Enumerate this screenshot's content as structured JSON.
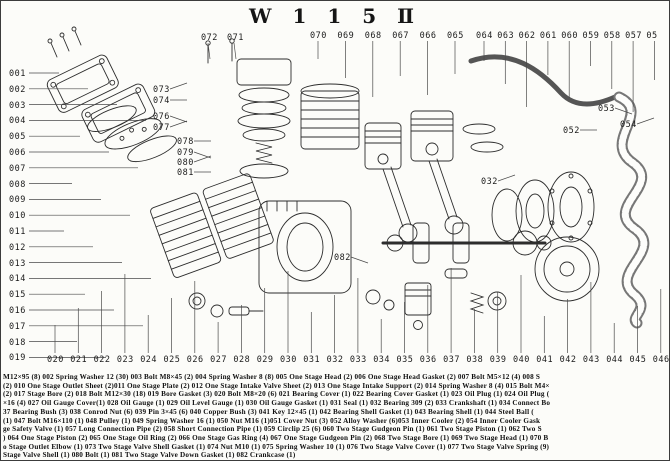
{
  "title": "W 1 1 5 Ⅱ",
  "labels": {
    "top_left": [
      "072",
      "071"
    ],
    "top_mid": [
      "070",
      "069",
      "068",
      "067",
      "066",
      "065"
    ],
    "top_right": [
      "064",
      "063",
      "062",
      "061",
      "060",
      "059",
      "058",
      "057",
      "05"
    ],
    "left_col": [
      "001",
      "002",
      "003",
      "004",
      "005",
      "006",
      "007",
      "008",
      "009",
      "010",
      "011",
      "012",
      "013",
      "014",
      "015",
      "016",
      "017",
      "018",
      "019"
    ],
    "bottom_row": [
      "020",
      "021",
      "022",
      "023",
      "024",
      "025",
      "026",
      "027",
      "028",
      "029",
      "030",
      "031",
      "032",
      "033",
      "034",
      "035",
      "036",
      "037",
      "038",
      "039",
      "040",
      "041",
      "042",
      "043",
      "044",
      "045",
      "046"
    ],
    "floating": [
      "073",
      "074",
      "076",
      "077",
      "078",
      "079",
      "080",
      "081",
      "082",
      "032",
      "052",
      "053",
      "054"
    ]
  },
  "parts_list": {
    "lines": [
      "M12×95 (8) 002 Spring Washer 12 (30) 003 Bolt M8×45 (2) 004 Spring Washer 8 (8) 005 One Stage Head (2) 006 One Stage Head Gasket (2) 007 Bolt M5×12 (4) 008 S",
      "(2) 010 One Stage Outlet Sheet (2)011 One Stage Plate (2) 012 One Stage Intake Valve Sheet (2) 013 One Stage Intake Support (2) 014 Spring Washer 8 (4) 015 Bolt M4×",
      "(2) 017 Stage Bore (2) 018 Bolt M12×30 (18) 019 Bore Gasket (3) 020 Bolt M8×20 (6) 021 Bearing Cover (1) 022 Bearing Cover Gasket (1) 023 Oil Plug (1) 024 Oil Plug (",
      "×16 (4) 027 Oil Gauge Cover(1) 028 Oil Gauge (1) 029 Oil Level Gauge (1) 030 Oil Gauge Gasket (1) 031 Seal (1) 032 Bearing 309 (2) 033 Crankshaft (1) 034 Connect Bo",
      "37 Bearing Bush (3) 038 Conrod Nut (6) 039 Pin 3×45 (6) 040 Copper Bush (3) 041 Key 12×45 (1) 042 Bearing Shell Gasket (1) 043 Bearing Shell (1) 044 Steel Ball (",
      "(1) 047 Bolt M16×110 (1) 048 Pulley (1) 049 Spring Washer 16 (1) 050 Nut M16 (1)051 Cover Nut (3) 052 Alloy Washer (6)053 Inner Cooler (2) 054 Inner Cooler Gask",
      "ge Safety Valve (1) 057 Long Connection Pipe (2) 058 Short Connection Pipe (1) 059 Circlip 25 (6) 060 Two Stage Gudgeon Pin (1) 061 Two Stage Piston (1) 062 Two S",
      ") 064 One Stage Piston (2) 065 One Stage Oil Ring (2) 066 One Stage Gas Ring (4) 067 One Stage Gudgeon Pin (2) 068 Two Stage Bore (1) 069 Two Stage Head (1) 070 B",
      "o Stage Outlet Elbow (1) 073 Two Stage Valve Shell Gasket (1) 074 Nut M10 (1) 075 Spring Washer 10 (1) 076 Two Stage Valve Cover (1) 077 Two Stage Valve Spring (9)",
      "Stage Valve Shell (1) 080 Bolt (1) 081 Two Stage Valve Down Gasket (1) 082 Crankcase (1)"
    ]
  }
}
